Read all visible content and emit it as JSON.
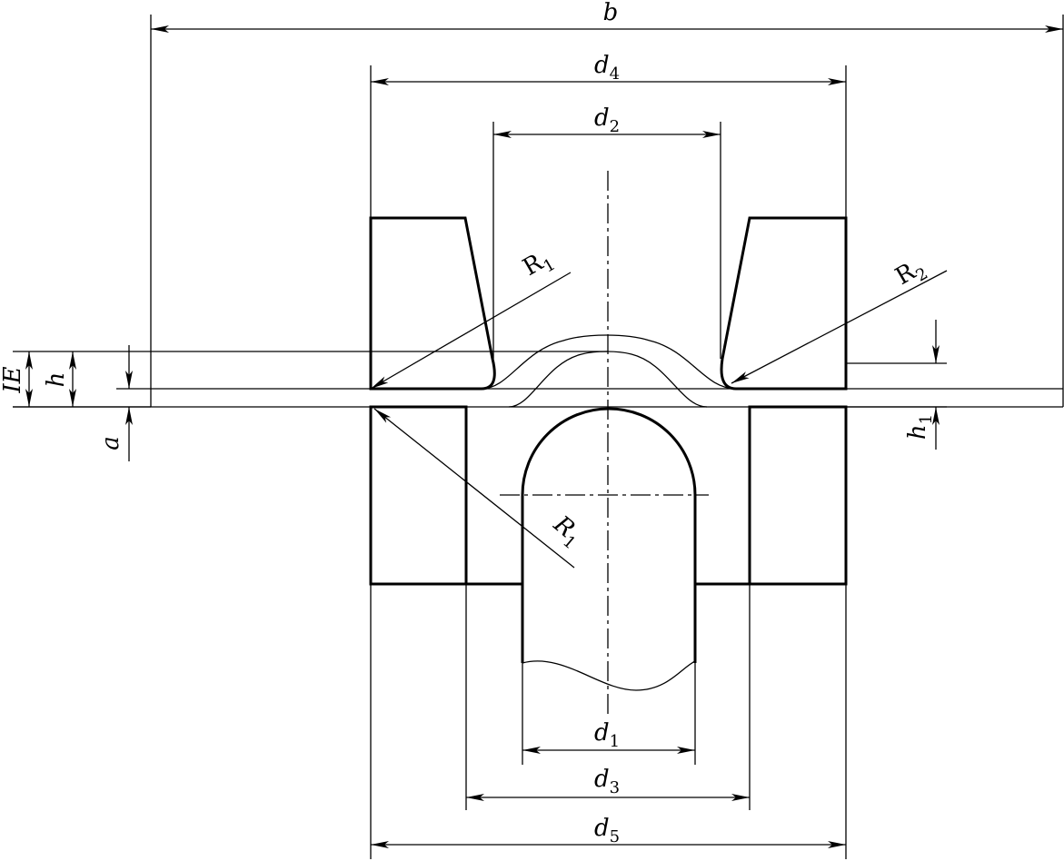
{
  "labels": {
    "b": {
      "base": "b",
      "sub": ""
    },
    "d4": {
      "base": "d",
      "sub": "4"
    },
    "d2": {
      "base": "d",
      "sub": "2"
    },
    "d1": {
      "base": "d",
      "sub": "1"
    },
    "d3": {
      "base": "d",
      "sub": "3"
    },
    "d5": {
      "base": "d",
      "sub": "5"
    },
    "R1_top": {
      "base": "R",
      "sub": "1"
    },
    "R1_bottom": {
      "base": "R",
      "sub": "1"
    },
    "R2": {
      "base": "R",
      "sub": "2"
    },
    "IE": {
      "base": "IE",
      "sub": ""
    },
    "h": {
      "base": "h",
      "sub": ""
    },
    "a": {
      "base": "a",
      "sub": ""
    },
    "h1": {
      "base": "h",
      "sub": "1"
    }
  },
  "colors": {
    "line": "#000000",
    "background": "#ffffff"
  }
}
